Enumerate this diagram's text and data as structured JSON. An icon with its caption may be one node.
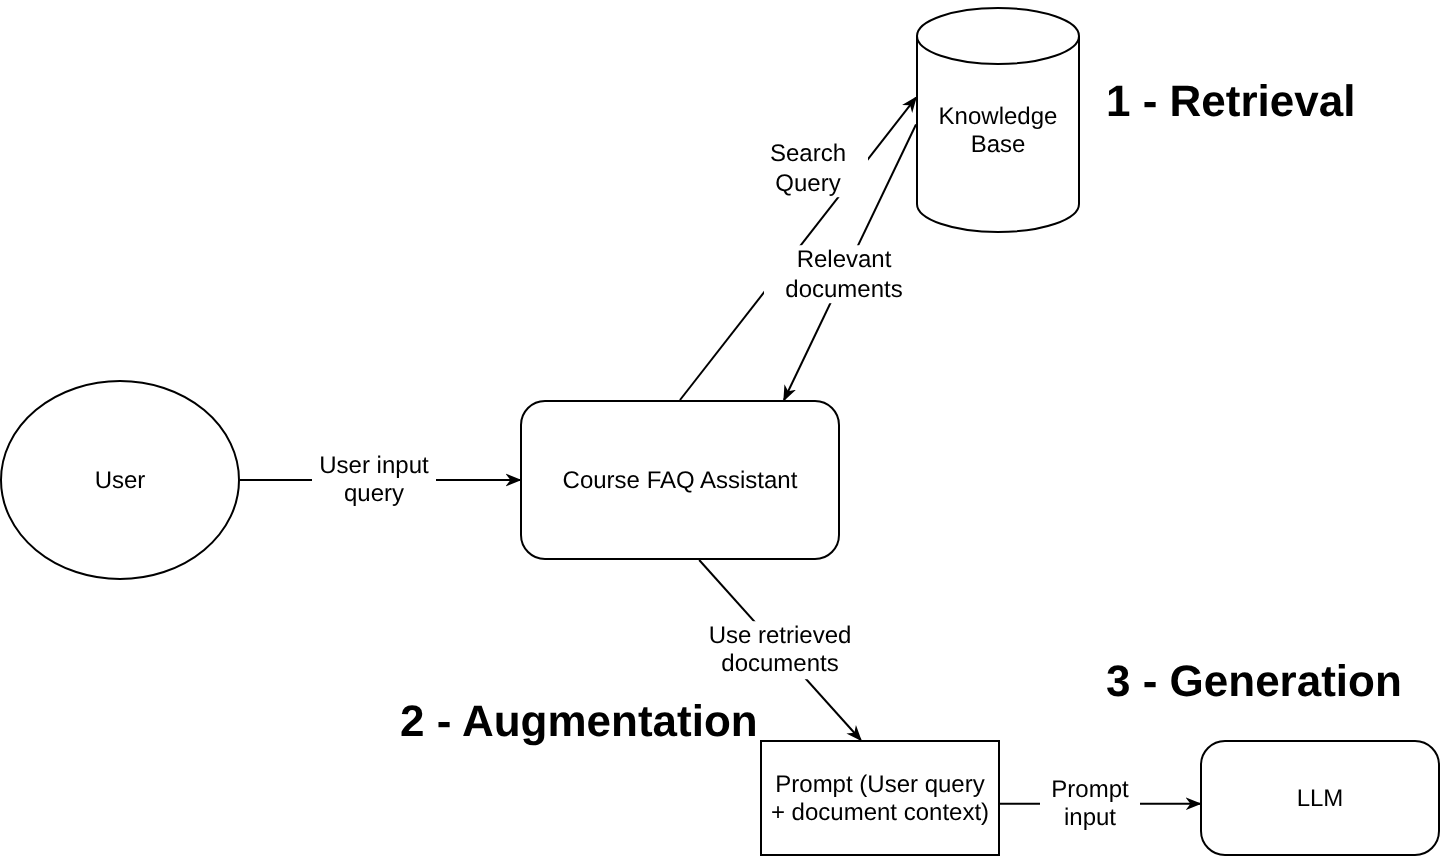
{
  "diagram": {
    "nodes": [
      {
        "text": [
          "User"
        ]
      },
      {
        "text": [
          "Course FAQ Assistant"
        ]
      },
      {
        "text": [
          "Knowledge Base"
        ]
      },
      {
        "text": [
          "Prompt (User query + document context)"
        ]
      },
      {
        "text": [
          "LLM"
        ]
      }
    ],
    "edges": [
      {
        "from": 0,
        "to": 1,
        "arrow": "to",
        "label": "User input query"
      },
      {
        "from": 1,
        "to": 2,
        "arrow": "to",
        "label": "Search Query"
      },
      {
        "from": 2,
        "to": 1,
        "arrow": "to",
        "label": "Relevant documents"
      },
      {
        "from": 1,
        "to": 3,
        "arrow": "to",
        "label": "Use retrieved documents"
      },
      {
        "from": 3,
        "to": 4,
        "arrow": "to",
        "label": "Prompt input"
      }
    ],
    "labels": [
      "1 - Retrieval",
      "2 - Augmentation",
      "3 - Generation"
    ]
  }
}
